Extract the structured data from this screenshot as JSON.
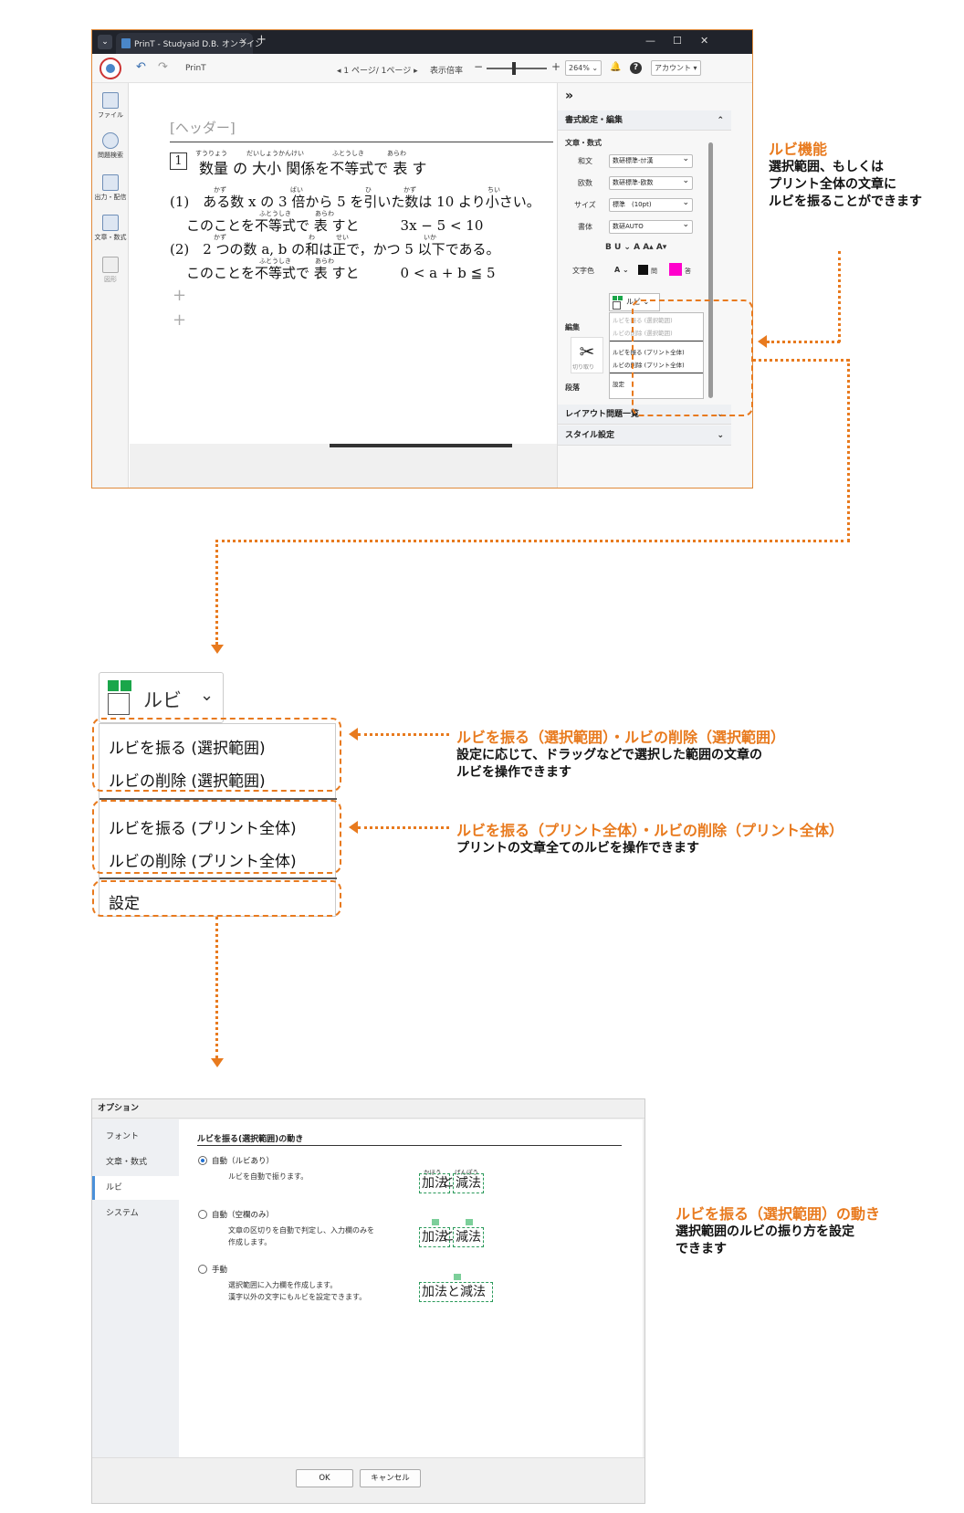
{
  "window": {
    "tab_title": "PrinT - Studyaid D.B. オンライン",
    "close_glyph": "×",
    "new_tab_glyph": "+",
    "minimize_glyph": "—",
    "maximize_glyph": "☐",
    "window_close_glyph": "✕"
  },
  "toolbar": {
    "app_name": "PrinT",
    "page_indicator": "◂ 1 ページ/ 1ページ ▸",
    "zoom_label": "表示倍率",
    "zoom_minus": "−",
    "zoom_plus": "+",
    "zoom_value": "264% ⌄",
    "account_label": "アカウント ▾",
    "help_glyph": "?",
    "bell_glyph": "🔔"
  },
  "leftbar": [
    {
      "label": "ファイル"
    },
    {
      "label": "問題検索"
    },
    {
      "label": "出力・配信"
    },
    {
      "label": "文章・数式"
    },
    {
      "label": "図形"
    }
  ],
  "document": {
    "header_placeholder": "[ヘッダー]",
    "question_number": "1",
    "title_line": "数量 の 大小 関係を不等式で 表 す",
    "title_ruby": [
      "すうりょう",
      "だいしょうかんけい",
      "ふとうしき",
      "あらわ"
    ],
    "q1_line": "(1)　ある数 x の 3 倍から 5 を引いた数は 10 より小さい。",
    "q1_ruby": [
      "かず",
      "ばい",
      "ひ",
      "かず",
      "ちい"
    ],
    "q1_answer_line": "このことを不等式で 表 すと　　　3x − 5 < 10",
    "q1_answer_ruby": [
      "ふとうしき",
      "あらわ"
    ],
    "q2_line": "(2)　2 つの数 a,  b の和は正で，かつ 5 以下である。",
    "q2_ruby": [
      "かず",
      "わ",
      "せい",
      "いか"
    ],
    "q2_answer_line": "このことを不等式で 表 すと　　　0 < a + b ≦ 5",
    "q2_answer_ruby": [
      "ふとうしき",
      "あらわ"
    ],
    "plus_glyph": "+"
  },
  "panel": {
    "collapse_glyph": "»",
    "section_format": "書式設定・編集",
    "sub_text_math": "文章・数式",
    "wabun_label": "和文",
    "wabun_value": "数研標準-ｶﾅ漢",
    "obun_label": "欧数",
    "obun_value": "数研標準-欧数",
    "size_label": "サイズ",
    "size_value": "標準　(10pt)",
    "font_label": "書体",
    "font_value": "数研AUTO",
    "style_buttons": "B  U ⌄  A  A▴  A▾",
    "color_label": "文字色",
    "color_a": "A ⌄",
    "color_q": "問",
    "color_ans": "答",
    "color_black": "#111111",
    "color_magenta": "#ff00cc",
    "ruby_button": "ルビ ⌄",
    "edit_label": "編集",
    "cut_label": "切り取り",
    "paragraph_label": "段落",
    "layout_list": "レイアウト問題一覧",
    "style_settings": "スタイル設定",
    "mini_menu": [
      "ルビを振る (選択範囲)",
      "ルビの削除 (選択範囲)",
      "ルビを振る (プリント全体)",
      "ルビの削除 (プリント全体)",
      "設定"
    ]
  },
  "callouts": {
    "ruby_feature_title": "ルビ機能",
    "ruby_feature_body_1": "選択範囲、もしくは",
    "ruby_feature_body_2": "プリント全体の文章に",
    "ruby_feature_body_3": "ルビを振ることができます",
    "selection_title": "ルビを振る（選択範囲）・ルビの削除（選択範囲）",
    "selection_body_1": "設定に応じて、ドラッグなどで選択した範囲の文章の",
    "selection_body_2": "ルビを操作できます",
    "whole_title": "ルビを振る（プリント全体）・ルビの削除（プリント全体）",
    "whole_body": "プリントの文章全てのルビを操作できます",
    "behavior_title": "ルビを振る（選択範囲）の動き",
    "behavior_body_1": "選択範囲のルビの振り方を設定",
    "behavior_body_2": "できます"
  },
  "ruby_menu": {
    "button_label": "ルビ",
    "chevron": "⌄",
    "apply_selection": "ルビを振る (選択範囲)",
    "delete_selection": "ルビの削除 (選択範囲)",
    "apply_whole": "ルビを振る (プリント全体)",
    "delete_whole": "ルビの削除 (プリント全体)",
    "settings": "設定"
  },
  "options_dialog": {
    "title": "オプション",
    "nav": [
      "フォント",
      "文章・数式",
      "ルビ",
      "システム"
    ],
    "active_nav": "ルビ",
    "section_title": "ルビを振る(選択範囲)の動き",
    "options": [
      {
        "label": "自動（ルビあり）",
        "selected": true,
        "desc_1": "ルビを自動で振ります。",
        "desc_2": ""
      },
      {
        "label": "自動（空欄のみ）",
        "selected": false,
        "desc_1": "文章の区切りを自動で判定し、入力欄のみを",
        "desc_2": "作成します。"
      },
      {
        "label": "手動",
        "selected": false,
        "desc_1": "選択範囲に入力欄を作成します。",
        "desc_2": "漢字以外の文字にもルビを設定できます。"
      }
    ],
    "example_word_1": "加法",
    "example_to": "と",
    "example_word_2": "減法",
    "example_ruby_1": "かほう",
    "example_ruby_2": "げんぽう",
    "ok_label": "OK",
    "cancel_label": "キャンセル"
  }
}
